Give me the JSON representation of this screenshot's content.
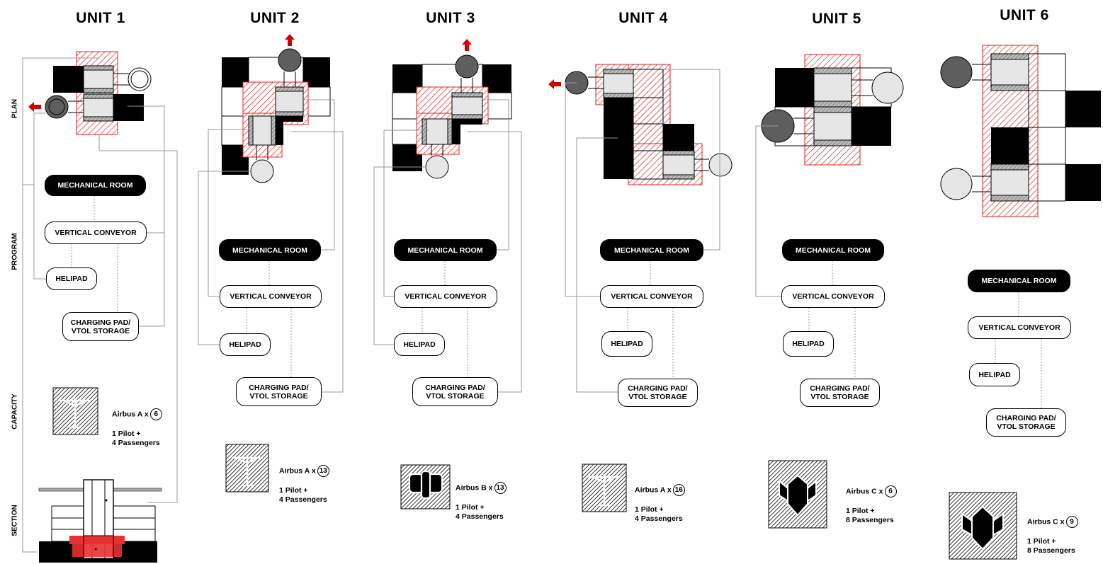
{
  "units": [
    {
      "title": "UNIT 1",
      "mech": "MECHANICAL ROOM",
      "conveyor": "VERTICAL CONVEYOR",
      "helipad": "HELIPAD",
      "charging": "CHARGING PAD/\nVTOL STORAGE",
      "aircraft": "Airbus A",
      "count": "6",
      "crew": "1 Pilot +\n4 Passengers"
    },
    {
      "title": "UNIT 2",
      "mech": "MECHANICAL ROOM",
      "conveyor": "VERTICAL CONVEYOR",
      "helipad": "HELIPAD",
      "charging": "CHARGING PAD/\nVTOL STORAGE",
      "aircraft": "Airbus A",
      "count": "13",
      "crew": "1 Pilot +\n4 Passengers"
    },
    {
      "title": "UNIT 3",
      "mech": "MECHANICAL ROOM",
      "conveyor": "VERTICAL CONVEYOR",
      "helipad": "HELIPAD",
      "charging": "CHARGING PAD/\nVTOL STORAGE",
      "aircraft": "Airbus B",
      "count": "13",
      "crew": "1 Pilot +\n4 Passengers"
    },
    {
      "title": "UNIT 4",
      "mech": "MECHANICAL ROOM",
      "conveyor": "VERTICAL CONVEYOR",
      "helipad": "HELIPAD",
      "charging": "CHARGING PAD/\nVTOL STORAGE",
      "aircraft": "Airbus A",
      "count": "16",
      "crew": "1 Pilot +\n4 Passengers"
    },
    {
      "title": "UNIT 5",
      "mech": "MECHANICAL ROOM",
      "conveyor": "VERTICAL CONVEYOR",
      "helipad": "HELIPAD",
      "charging": "CHARGING PAD/\nVTOL STORAGE",
      "aircraft": "Airbus C",
      "count": "6",
      "crew": "1 Pilot +\n8 Passengers"
    },
    {
      "title": "UNIT 6",
      "mech": "MECHANICAL ROOM",
      "conveyor": "VERTICAL CONVEYOR",
      "helipad": "HELIPAD",
      "charging": "CHARGING PAD/\nVTOL STORAGE",
      "aircraft": "Airbus C",
      "count": "9",
      "crew": "1 Pilot +\n8 Passengers"
    }
  ],
  "row_labels": {
    "plan": "PLAN",
    "program": "PROGRAM",
    "capacity": "CAPACITY",
    "section": "SECTION"
  },
  "colors": {
    "accent_red": "#e02020",
    "arrow_red": "#d40000",
    "dark_gray": "#5e5e5e",
    "light_gray": "#e6e6e6"
  },
  "icons": {
    "airbus_a": "airbus-a-icon",
    "airbus_b": "airbus-b-icon",
    "airbus_c": "airbus-c-icon"
  }
}
